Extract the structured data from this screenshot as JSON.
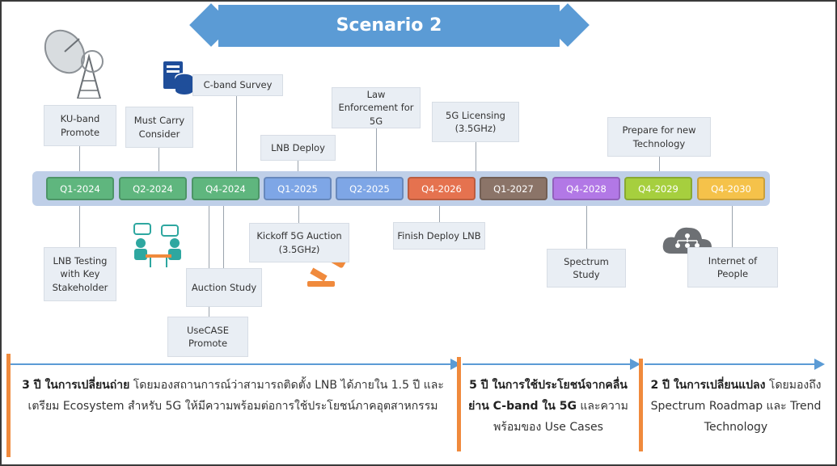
{
  "title": "Scenario 2",
  "colors": {
    "banner": "#5b9bd5",
    "timeline_bar": "#bfcfe8",
    "chip_green": "#5fb67e",
    "chip_blue": "#7ea6e6",
    "chip_red": "#e5724f",
    "chip_brown": "#8b7468",
    "chip_purple": "#b278e6",
    "chip_lime": "#a6cf3e",
    "chip_yellow": "#f5c24a",
    "phase_divider": "#f08a3c"
  },
  "quarters": [
    {
      "label": "Q1-2024",
      "color": "#5fb67e"
    },
    {
      "label": "Q2-2024",
      "color": "#5fb67e"
    },
    {
      "label": "Q4-2024",
      "color": "#5fb67e"
    },
    {
      "label": "Q1-2025",
      "color": "#7ea6e6"
    },
    {
      "label": "Q2-2025",
      "color": "#7ea6e6"
    },
    {
      "label": "Q4-2026",
      "color": "#e5724f"
    },
    {
      "label": "Q1-2027",
      "color": "#8b7468"
    },
    {
      "label": "Q4-2028",
      "color": "#b278e6"
    },
    {
      "label": "Q4-2029",
      "color": "#a6cf3e"
    },
    {
      "label": "Q4-2030",
      "color": "#f5c24a"
    }
  ],
  "milestones_top": [
    {
      "label": "KU-band Promote"
    },
    {
      "label": "Must Carry Consider"
    },
    {
      "label": "C-band Survey"
    },
    {
      "label": "LNB Deploy"
    },
    {
      "label": "Law Enforcement for 5G"
    },
    {
      "label": "5G Licensing (3.5GHz)"
    },
    {
      "label": "Prepare for new Technology"
    }
  ],
  "milestones_bottom": [
    {
      "label": "LNB Testing with Key Stakeholder"
    },
    {
      "label": "Auction Study"
    },
    {
      "label": "UseCASE Promote"
    },
    {
      "label": "Kickoff 5G Auction (3.5GHz)"
    },
    {
      "label": "Finish Deploy LNB"
    },
    {
      "label": "Spectrum Study"
    },
    {
      "label": "Internet of People"
    }
  ],
  "phases": [
    {
      "bold": "3 ปี ในการเปลี่ยนถ่าย",
      "text": " โดยมองสถานการณ์ว่าสามารถติดตั้ง LNB ได้ภายใน 1.5 ปี และเตรียม Ecosystem สำหรับ 5G ให้มีความพร้อมต่อการใช้ประโยชน์ภาคอุตสาหกรรม"
    },
    {
      "bold": "5 ปี ในการใช้ประโยชน์จากคลื่นย่าน C-band ใน 5G",
      "text": " และความพร้อมของ Use Cases"
    },
    {
      "bold": "2 ปี ในการเปลี่ยนแปลง",
      "text": " โดยมองถึง Spectrum Roadmap และ Trend Technology"
    }
  ]
}
